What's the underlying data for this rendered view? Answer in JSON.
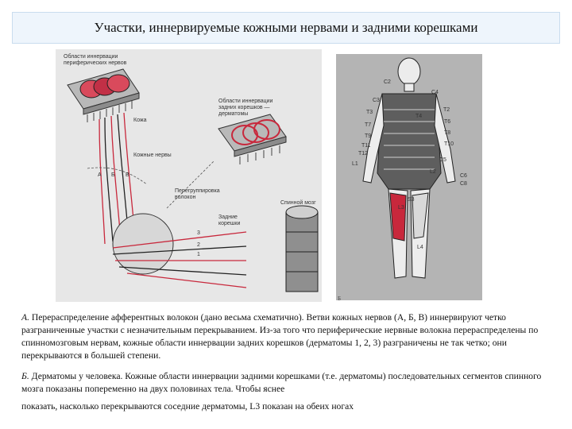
{
  "title": "Участки, иннервируемые кожными нервами и задними корешками",
  "figure_a": {
    "labels": {
      "peripheral_area": "Области иннервации периферических нервов",
      "skin": "Кожа",
      "cutaneous_nerves": "Кожные нервы",
      "dermatome_area": "Области иннервации задних корешков — дерматомы",
      "fiber_regrouping": "Перегруппировка волокон",
      "spinal_cord": "Спинной мозг",
      "dorsal_roots": "Задние корешки",
      "nerve_a": "A",
      "nerve_b": "Б",
      "nerve_c": "В",
      "root_1": "1",
      "root_2": "2",
      "root_3": "3"
    }
  },
  "figure_b": {
    "dermatome_labels": [
      "C2",
      "C3",
      "C4",
      "C5",
      "C6",
      "T2",
      "T3",
      "T4",
      "T6",
      "T7",
      "T8",
      "T9",
      "T10",
      "T11",
      "T12",
      "L1",
      "L2",
      "L3",
      "L4",
      "S3",
      "C8"
    ],
    "corner_mark": "Б"
  },
  "caption_a": {
    "letter": "А.",
    "text": "Перераспределение афферентных волокон (дано весьма схематично). Ветви кожных нервов (А, Б, В) иннервируют четко разграниченные участки с незначительным перекрыванием. Из-за того что периферические нервные волокна перераспределены по спинномозговым нервам, кожные области иннервации задних корешков (дерматомы 1, 2, 3) разграничены не так четко; они перекрываются в большей степени."
  },
  "caption_b": {
    "letter": "Б.",
    "text_1": "Дерматомы у человека. Кожные области иннервации задними корешками (т.е. дерматомы) последовательных сегментов спинного мозга показаны попеременно на двух половинах тела. Чтобы яснее",
    "text_2": "показать, насколько перекрываются соседние дерматомы, L3 показан на обеих ногах"
  },
  "colors": {
    "accent_red": "#c8283c",
    "title_bg": "#eef5fc",
    "figure_b_bg": "#b4b4b4"
  }
}
